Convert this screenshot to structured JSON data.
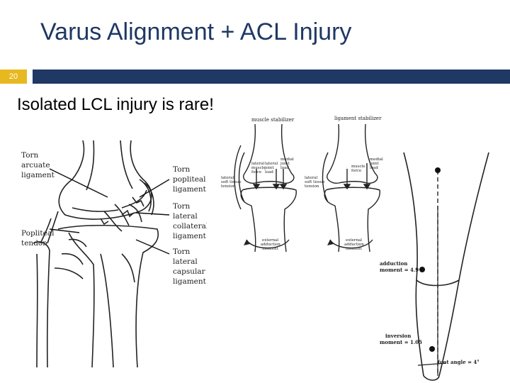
{
  "slide": {
    "title": "Varus Alignment + ACL Injury",
    "number": "20",
    "bullet": "Isolated LCL injury is rare!",
    "accent_color": "#e8b820",
    "bar_color": "#1f3864"
  },
  "figure_left": {
    "labels": {
      "torn_arcuate_1": "Torn",
      "torn_arcuate_2": "arcuate",
      "torn_arcuate_3": "ligament",
      "torn_popliteal_1": "Torn",
      "torn_popliteal_2": "popliteal",
      "torn_popliteal_3": "ligament",
      "torn_lcl_1": "Torn",
      "torn_lcl_2": "lateral",
      "torn_lcl_3": "collateral",
      "torn_lcl_4": "ligament",
      "popliteal_tendon_1": "Popliteal",
      "popliteal_tendon_2": "tendon",
      "torn_capsular_1": "Torn",
      "torn_capsular_2": "lateral",
      "torn_capsular_3": "capsular",
      "torn_capsular_4": "ligament"
    }
  },
  "figure_middle": {
    "left_title": "muscle stabilizer",
    "right_title": "ligament stabilizer",
    "labels": {
      "lateral_muscle_1": "lateral",
      "lateral_muscle_2": "muscle",
      "lateral_muscle_3": "force",
      "medial_joint_1": "medial",
      "medial_joint_2": "joint",
      "medial_joint_3": "load",
      "lateral_joint_1": "lateral",
      "lateral_joint_2": "joint",
      "lateral_joint_3": "load",
      "lateral_soft_1": "lateral",
      "lateral_soft_2": "soft tissue",
      "lateral_soft_3": "tension",
      "external_1": "external",
      "external_2": "adduction",
      "external_3": "moment",
      "r_muscle_1": "muscle",
      "r_muscle_2": "force",
      "r_medial_1": "medial",
      "r_medial_2": "joint",
      "r_medial_3": "load",
      "r_soft_1": "lateral",
      "r_soft_2": "soft tissue",
      "r_soft_3": "tension",
      "r_external_1": "external",
      "r_external_2": "adduction",
      "r_external_3": "moment"
    }
  },
  "figure_right": {
    "adduction_1": "adduction",
    "adduction_2": "moment = 4.9",
    "inversion_1": "inversion",
    "inversion_2": "moment = 1.05",
    "foot_angle": "foot angle = 4°"
  }
}
